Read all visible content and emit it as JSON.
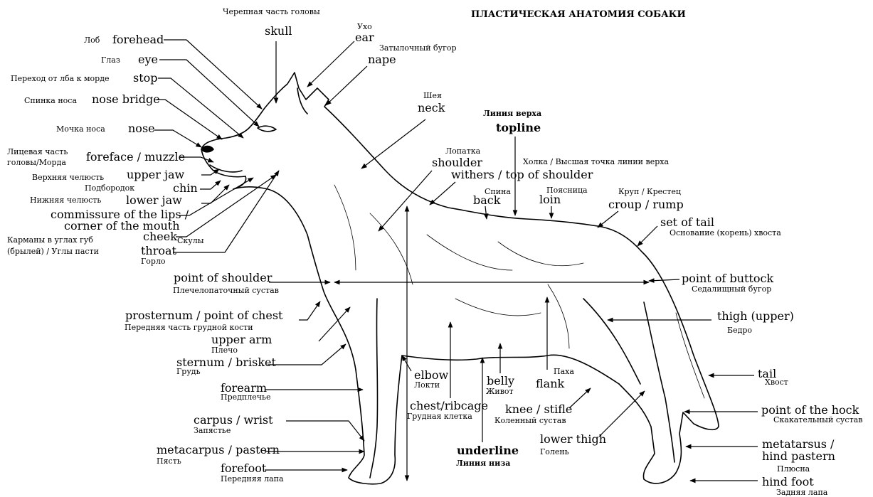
{
  "title": "ПЛАСТИЧЕСКАЯ АНАТОМИЯ СОБАКИ",
  "labels": {
    "skull_ru": "Черепная часть головы",
    "skull": "skull",
    "ear_ru": "Ухо",
    "ear": "ear",
    "nape_ru": "Затылочный бугор",
    "nape": "nape",
    "forehead_ru": "Лоб",
    "forehead": "forehead",
    "eye_ru": "Глаз",
    "eye": "eye",
    "stop_ru": "Переход от лба к морде",
    "stop": "stop",
    "nose_bridge_ru": "Спинка носа",
    "nose_bridge": "nose bridge",
    "nose_ru": "Мочка носа",
    "nose": "nose",
    "muzzle_ru_1": "Лицевая часть",
    "muzzle_ru_2": "головы/Морда",
    "muzzle": "foreface / muzzle",
    "upper_jaw_ru": "Верхняя челюсть",
    "upper_jaw": "upper jaw",
    "chin_ru": "Подбородок",
    "chin": "chin",
    "lower_jaw_ru": "Нижняя челюсть",
    "lower_jaw": "lower jaw",
    "commissure_1": "commissure of the lips /",
    "commissure_2": "corner of the mouth",
    "cheek": "cheek",
    "cheek_ru": "Скулы",
    "lips_ru_1": "Карманы в углах губ",
    "lips_ru_2": "(брылей) / Углы пасти",
    "throat": "throat",
    "throat_ru": "Горло",
    "neck_ru": "Шея",
    "neck": "neck",
    "topline_ru": "Линия верха",
    "topline": "topline",
    "shoulder_ru": "Лопатка",
    "shoulder": "shoulder",
    "withers_ru": "Холка / Высшая точка линии верха",
    "withers": "withers / top of shoulder",
    "back_ru": "Спина",
    "back": "back",
    "loin_ru": "Поясница",
    "loin": "loin",
    "croup_ru": "Круп / Крестец",
    "croup": "croup / rump",
    "set_of_tail": "set of tail",
    "set_of_tail_ru": "Основание (корень) хвоста",
    "point_of_shoulder": "point of shoulder",
    "point_of_shoulder_ru": "Плечелопаточный сустав",
    "point_of_buttock": "point of buttock",
    "point_of_buttock_ru": "Седалищный бугор",
    "prosternum": "prosternum / point of chest",
    "prosternum_ru": "Передняя часть грудной кости",
    "thigh": "thigh (upper)",
    "thigh_ru": "Бедро",
    "upper_arm": "upper arm",
    "upper_arm_ru": "Плечо",
    "sternum": "sternum / brisket",
    "sternum_ru": "Грудь",
    "elbow": "elbow",
    "elbow_ru": "Локти",
    "belly": "belly",
    "belly_ru": "Живот",
    "flank_ru": "Паха",
    "flank": "flank",
    "tail": "tail",
    "tail_ru": "Хвост",
    "forearm": "forearm",
    "forearm_ru": "Предплечье",
    "chest": "chest/ribcage",
    "chest_ru": "Грудная клетка",
    "knee": "knee / stifle",
    "knee_ru": "Коленный сустав",
    "point_of_hock": "point of the hock",
    "point_of_hock_ru": "Скакательный сустав",
    "carpus": "carpus / wrist",
    "carpus_ru": "Запястье",
    "metacarpus": "metacarpus / pastern",
    "metacarpus_ru": "Пясть",
    "lower_thigh": "lower thigh",
    "lower_thigh_ru": "Голень",
    "metatarsus_1": "metatarsus /",
    "metatarsus_2": "hind pastern",
    "metatarsus_ru": "Плюсна",
    "underline": "underline",
    "underline_ru": "Линия низа",
    "forefoot": "forefoot",
    "forefoot_ru": "Передняя лапа",
    "hind_foot": "hind foot",
    "hind_foot_ru": "Задняя лапа"
  }
}
